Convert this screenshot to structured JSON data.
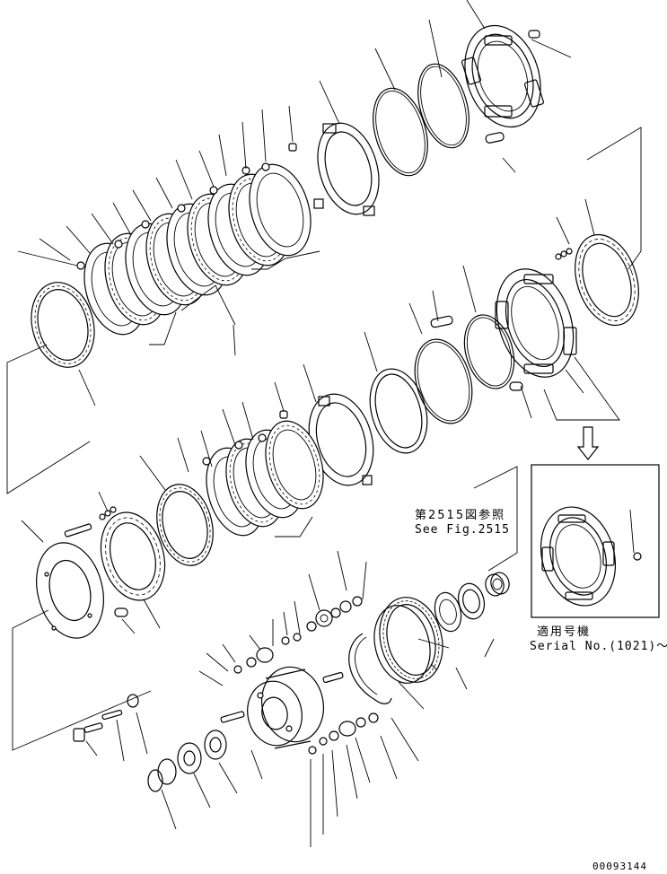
{
  "diagram": {
    "reference": {
      "jp": "第2515図参照",
      "en": "See Fig.2515"
    },
    "serial": {
      "jp": "適用号機",
      "en": "Serial No.(1021)～"
    },
    "drawing_number": "00093144"
  }
}
